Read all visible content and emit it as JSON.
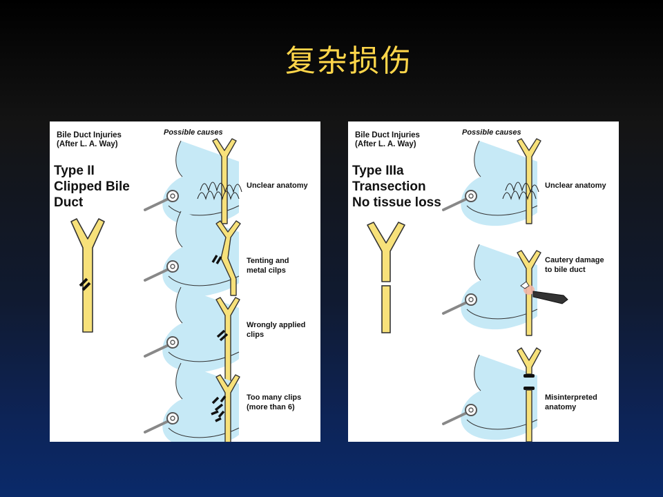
{
  "slide": {
    "title": "复杂损伤"
  },
  "left_panel": {
    "header_line1": "Bile Duct Injuries",
    "header_line2": "(After L. A. Way)",
    "possible_causes": "Possible causes",
    "type_line1": "Type II",
    "type_line2": "Clipped Bile",
    "type_line3": "Duct",
    "causes": [
      {
        "line1": "Unclear anatomy",
        "line2": ""
      },
      {
        "line1": "Tenting and",
        "line2": "metal cilps"
      },
      {
        "line1": "Wrongly applied",
        "line2": "clips"
      },
      {
        "line1": "Too many clips",
        "line2": "(more than 6)"
      }
    ]
  },
  "right_panel": {
    "header_line1": "Bile Duct Injuries",
    "header_line2": "(After L. A. Way)",
    "possible_causes": "Possible causes",
    "type_line1": "Type IIIa",
    "type_line2": "Transection",
    "type_line3": "No tissue loss",
    "causes": [
      {
        "line1": "Unclear anatomy",
        "line2": ""
      },
      {
        "line1": "Cautery damage",
        "line2": "to bile duct"
      },
      {
        "line1": "Misinterpreted",
        "line2": "anatomy"
      }
    ]
  },
  "colors": {
    "title": "#ffd64a",
    "bile_duct": "#f7e17a",
    "gallbladder": "#c6e9f6"
  }
}
